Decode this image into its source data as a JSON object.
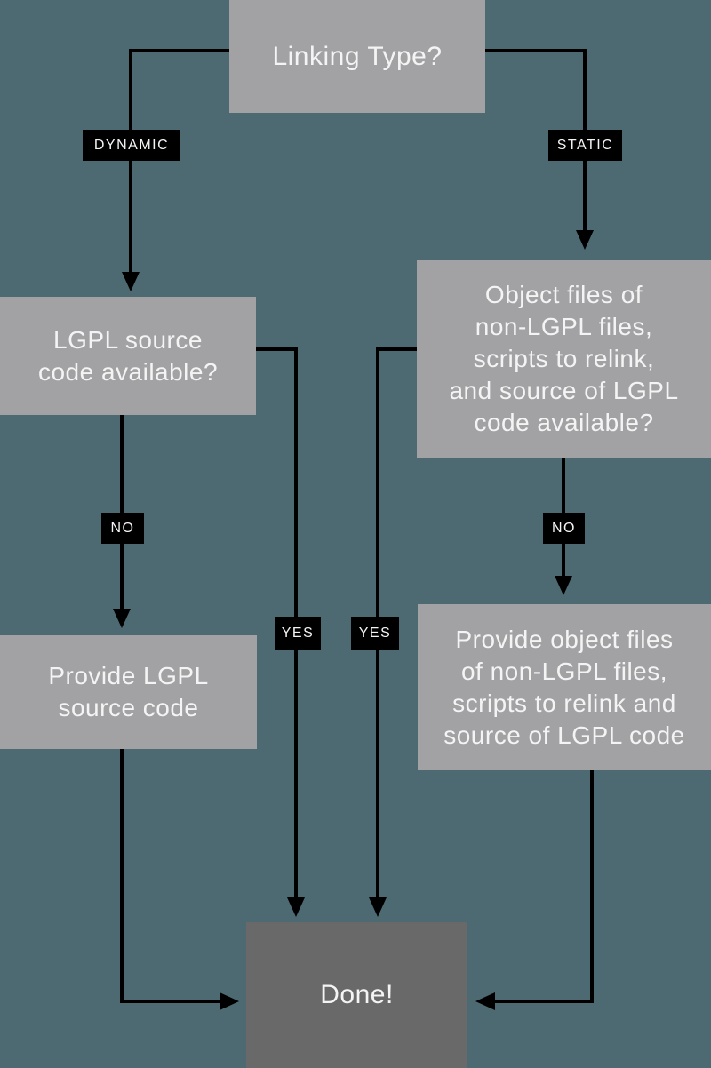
{
  "colors": {
    "background": "#4d6a73",
    "node_fill": "#a2a2a5",
    "done_fill": "#696969",
    "edge_label_fill": "#000000",
    "line": "#000000",
    "text": "#f4f4f4"
  },
  "nodes": {
    "linking_type": {
      "text": "Linking Type?"
    },
    "lgpl_source_available": {
      "text": "LGPL source\ncode available?"
    },
    "object_files_available": {
      "text": "Object files of\nnon-LGPL files,\nscripts to relink,\nand source of LGPL\ncode available?"
    },
    "provide_lgpl_source": {
      "text": "Provide LGPL\nsource code"
    },
    "provide_object_files": {
      "text": "Provide object files\nof non-LGPL files,\nscripts to relink and\nsource of LGPL code"
    },
    "done": {
      "text": "Done!"
    }
  },
  "edges": [
    {
      "from": "linking_type",
      "to": "lgpl_source_available",
      "label": "DYNAMIC"
    },
    {
      "from": "linking_type",
      "to": "object_files_available",
      "label": "STATIC"
    },
    {
      "from": "lgpl_source_available",
      "to": "provide_lgpl_source",
      "label": "NO"
    },
    {
      "from": "lgpl_source_available",
      "to": "done",
      "label": "YES"
    },
    {
      "from": "object_files_available",
      "to": "provide_object_files",
      "label": "NO"
    },
    {
      "from": "object_files_available",
      "to": "done",
      "label": "YES"
    },
    {
      "from": "provide_lgpl_source",
      "to": "done",
      "label": ""
    },
    {
      "from": "provide_object_files",
      "to": "done",
      "label": ""
    }
  ]
}
